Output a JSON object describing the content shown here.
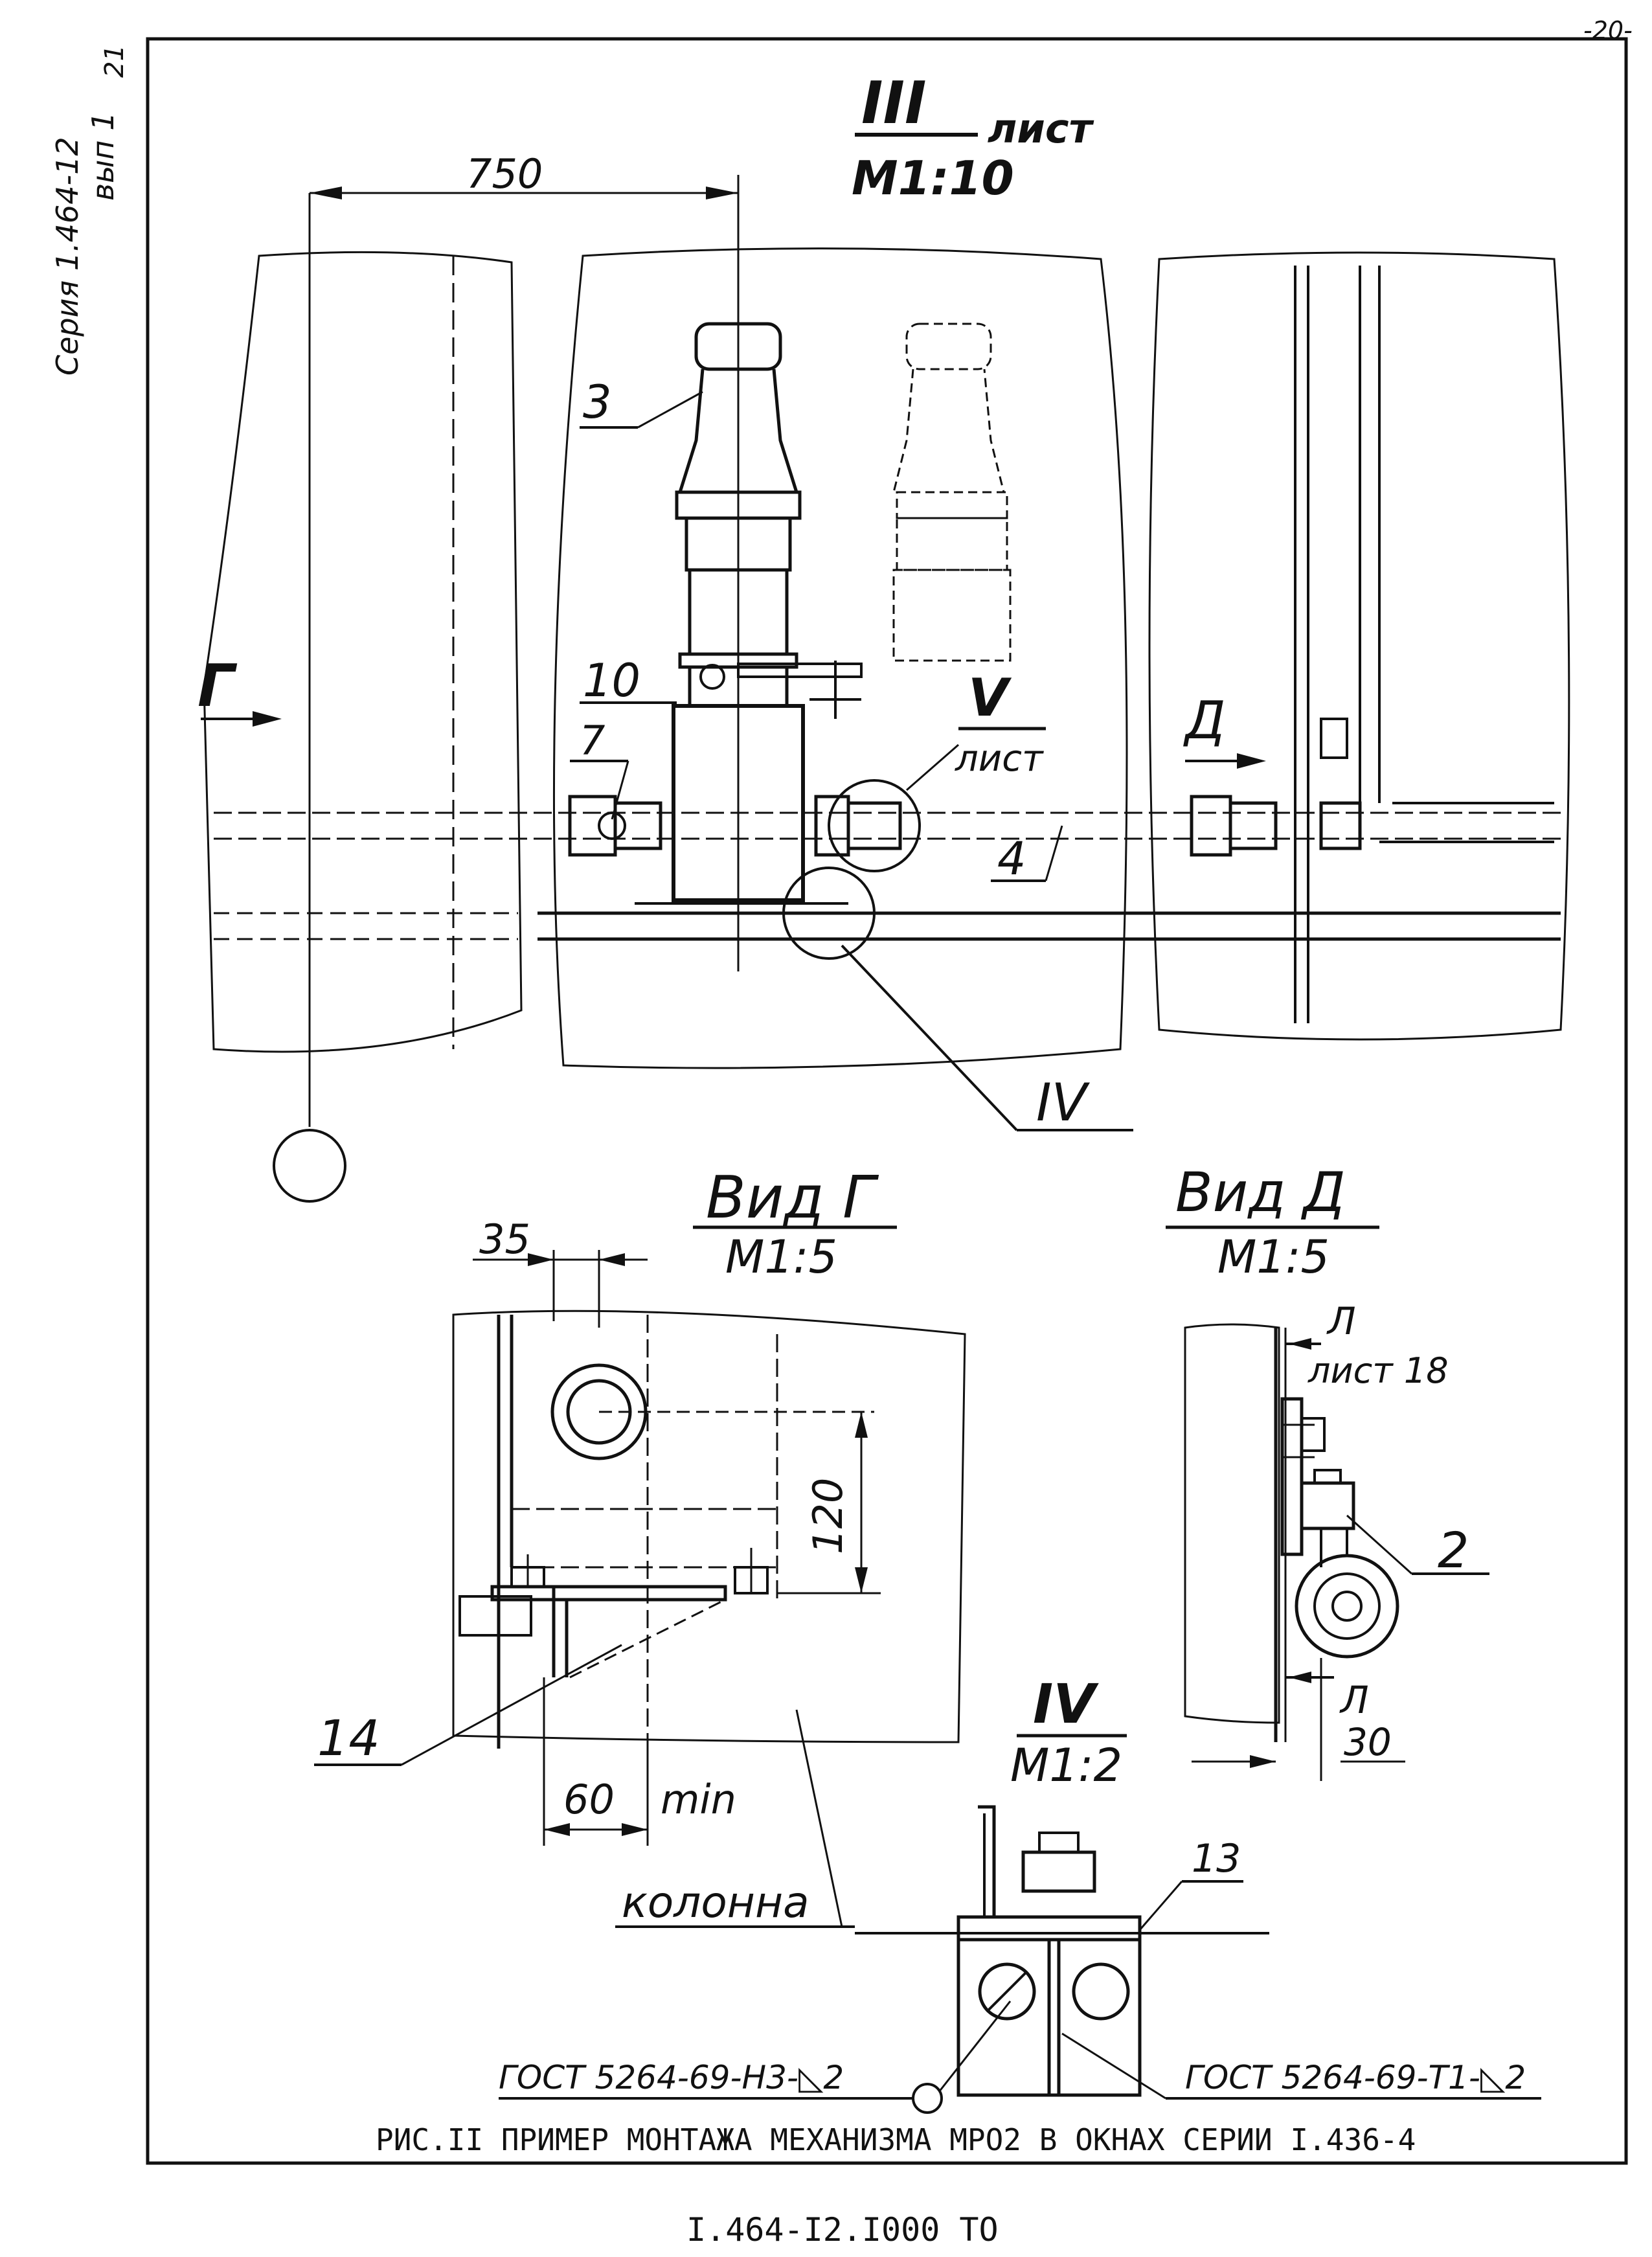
{
  "page_number": "-20-",
  "series_stamp": {
    "line1": "Серия 1.464-12",
    "line2": "вып 1",
    "mark": "21"
  },
  "main_view": {
    "roman": "III",
    "scale": "М1:10",
    "sheet_word": "лист",
    "dim_750": "750",
    "callouts": {
      "c3": "3",
      "c10": "10",
      "c7": "7",
      "c4": "4"
    },
    "view_letter_g": "Г",
    "view_letter_d": "Д",
    "detail_v_roman": "V",
    "detail_v_sheet": "лист",
    "detail_iv": "IV"
  },
  "view_g": {
    "title": "Вид Г",
    "scale": "М1:5",
    "dim_35": "35",
    "dim_120": "120",
    "dim_60": "60",
    "dim_min": "min",
    "callout_14": "14",
    "column_label": "колонна"
  },
  "view_d": {
    "title": "Вид Д",
    "scale": "М1:5",
    "section_top": "Л",
    "section_sheet": "лист 18",
    "callout_2": "2",
    "section_bottom": "Л",
    "dim_30": "30"
  },
  "detail_iv": {
    "roman": "IV",
    "scale": "М1:2",
    "callout_13": "13",
    "weld_left": "ГОСТ 5264-69-Н3-◺2",
    "weld_right": "ГОСТ 5264-69-Т1-◺2"
  },
  "caption": "РИС.II ПРИМЕР МОНТАЖА МЕХАНИЗМА МРО2 В ОКНАХ СЕРИИ I.436-4",
  "doc_code": "I.464-I2.I000 ТО"
}
